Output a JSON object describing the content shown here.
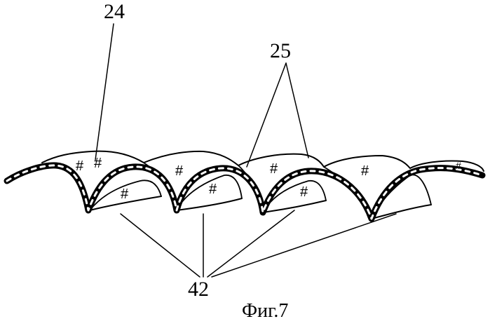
{
  "labels": {
    "ref_24": "24",
    "ref_25": "25",
    "ref_42": "42"
  },
  "caption": "Фиг.7",
  "hatch_mark": "#",
  "colors": {
    "ink": "#000000",
    "paper": "#ffffff"
  }
}
